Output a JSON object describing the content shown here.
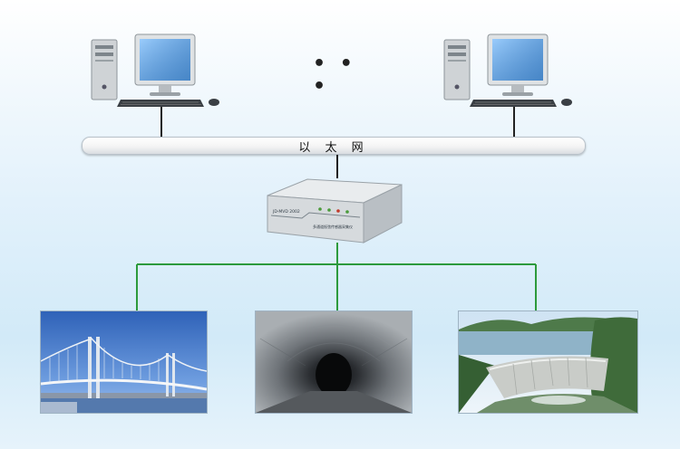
{
  "network": {
    "bus_label": "以 太 网",
    "ellipsis": "• • •"
  },
  "device": {
    "brand": "JD-MVD 2002",
    "caption": "多通道振弦传感器采集仪"
  },
  "colors": {
    "ethernet_line": "#222222",
    "field_bus_line": "#2c9a3c",
    "background": "#d9eef9"
  },
  "icons": {
    "workstation_left": "desktop-computer-icon",
    "workstation_right": "desktop-computer-icon",
    "data_acquisition": "acquisition-unit-icon"
  },
  "sites": [
    {
      "name": "bridge-photo"
    },
    {
      "name": "tunnel-photo"
    },
    {
      "name": "dam-photo"
    }
  ]
}
